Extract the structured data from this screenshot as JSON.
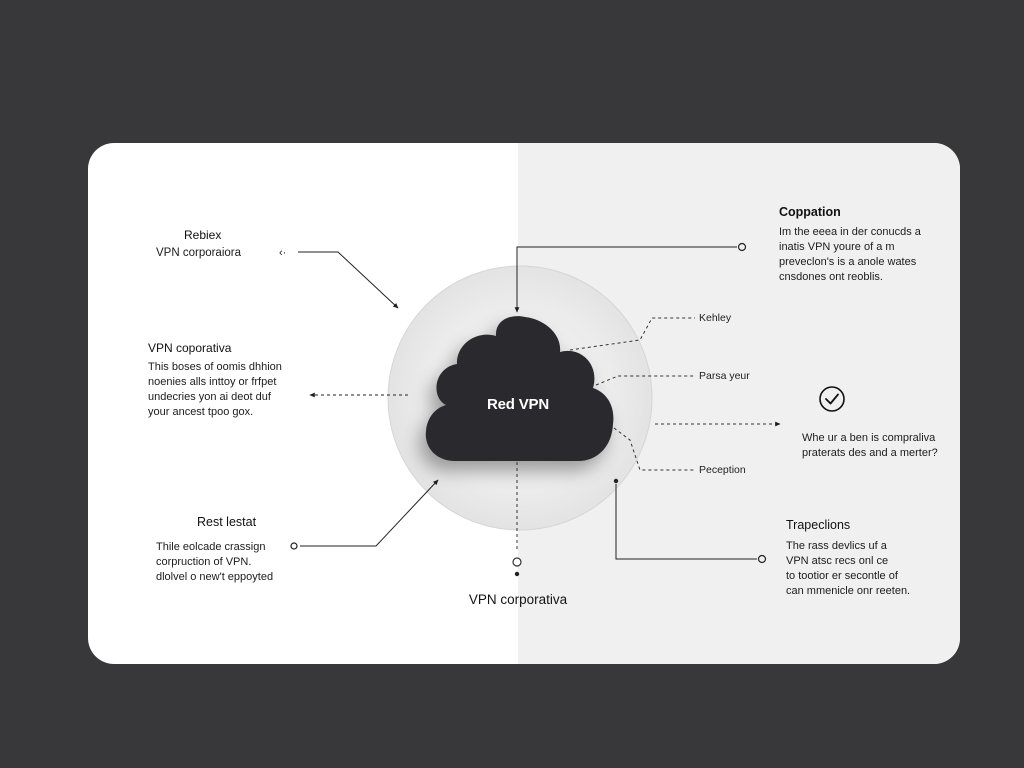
{
  "colors": {
    "page_background": "#38383b",
    "card_left": "#ffffff",
    "card_right": "#f0f0f0",
    "cloud": "#2a2a2e",
    "cloud_text": "#ffffff",
    "text": "#1c1c1c"
  },
  "center": {
    "cloud_label": "Red VPN",
    "bottom_label": "VPN corporativa"
  },
  "left": {
    "top": {
      "title": "Rebiex",
      "text": "VPN corporaiora"
    },
    "middle": {
      "title": "VPN coporativa",
      "lines": [
        "This boses of oomis dhhion",
        "noenies alls inttoy or frfpet",
        "undecries yon ai deot duf",
        "your ancest tpoo gox."
      ]
    },
    "bottom": {
      "title": "Rest lestat",
      "lines": [
        "Thile eolcade crassign",
        "corpruction of VPN.",
        "dlolvel o new't eppoyted"
      ]
    }
  },
  "right": {
    "top": {
      "title": "Coppation",
      "lines": [
        "Im the eeea in der conucds a",
        "inatis VPN youre of a m",
        "preveclon's is a anole wates",
        "cnsdones ont reoblis."
      ]
    },
    "branch_labels": [
      "Kehley",
      "Parsa yeur",
      "Peception"
    ],
    "middle": {
      "icon": "check-circle-icon",
      "lines": [
        "Whe ur a ben is compraliva",
        "praterats des and a merter?"
      ]
    },
    "bottom": {
      "title": "Trapeclions",
      "lines": [
        "The rass devlics uf a",
        "VPN atsc recs onl ce",
        "to tootior er secontle of",
        "can mmenicle onr reeten."
      ]
    }
  }
}
